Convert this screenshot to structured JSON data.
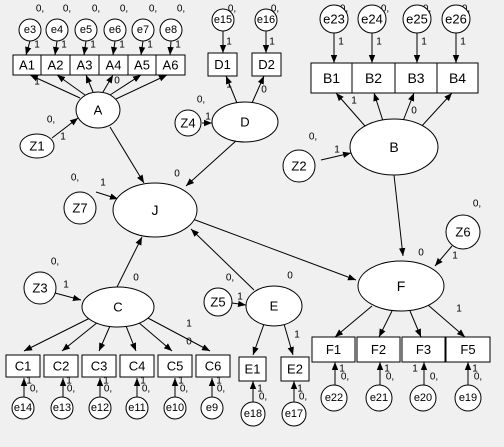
{
  "latents": {
    "A": "A",
    "B": "B",
    "C": "C",
    "D": "D",
    "E": "E",
    "F": "F",
    "J": "J"
  },
  "observed": {
    "A1": "A1",
    "A2": "A2",
    "A3": "A3",
    "A4": "A4",
    "A5": "A5",
    "A6": "A6",
    "D1": "D1",
    "D2": "D2",
    "B1": "B1",
    "B2": "B2",
    "B3": "B3",
    "B4": "B4",
    "C1": "C1",
    "C2": "C2",
    "C3": "C3",
    "C4": "C4",
    "C5": "C5",
    "C6": "C6",
    "E1": "E1",
    "E2": "E2",
    "F1": "F1",
    "F2": "F2",
    "F3": "F3",
    "F5": "F5"
  },
  "errors": {
    "e3": "e3",
    "e4": "e4",
    "e5": "e5",
    "e6": "e6",
    "e7": "e7",
    "e8": "e8",
    "e15": "e15",
    "e16": "e16",
    "e23": "e23",
    "e24": "e24",
    "e25": "e25",
    "e26": "e26",
    "e14": "e14",
    "e13": "e13",
    "e12": "e12",
    "e11": "e11",
    "e10": "e10",
    "e9": "e9",
    "e18": "e18",
    "e17": "e17",
    "e22": "e22",
    "e21": "e21",
    "e20": "e20",
    "e19": "e19"
  },
  "disturbances": {
    "Z1": "Z1",
    "Z2": "Z2",
    "Z3": "Z3",
    "Z4": "Z4",
    "Z5": "Z5",
    "Z6": "Z6",
    "Z7": "Z7"
  },
  "values": {
    "zero": "0",
    "zero_comma": "0,",
    "one": "1"
  }
}
